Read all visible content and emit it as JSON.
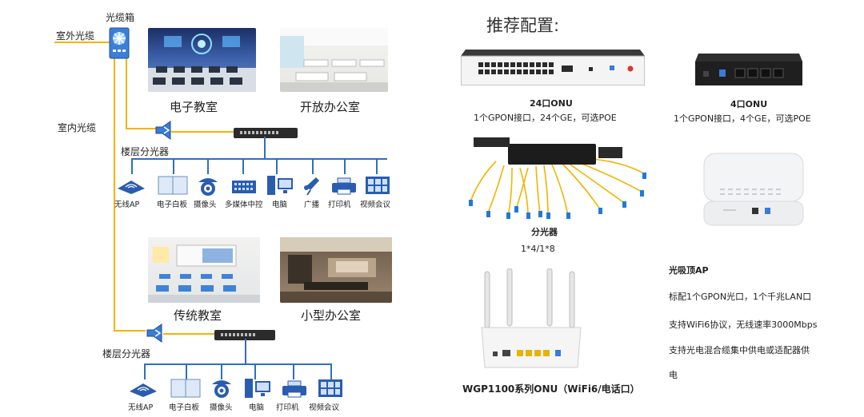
{
  "diagram": {
    "cable_box": "光缆箱",
    "outdoor_cable": "室外光缆",
    "indoor_cable": "室内光缆",
    "floor_splitter_1": "楼层分光器",
    "floor_splitter_2": "楼层分光器",
    "room_1": "电子教室",
    "room_2": "开放办公室",
    "room_3": "传统教室",
    "room_4": "小型办公室",
    "devices_row1": [
      "无线AP",
      "电子白板",
      "摄像头",
      "多媒体中控",
      "电脑",
      "广播",
      "打印机",
      "视频会议"
    ],
    "devices_row2": [
      "无线AP",
      "电子白板",
      "摄像头",
      "电脑",
      "打印机",
      "视频会议"
    ]
  },
  "recommend": {
    "title": "推荐配置:",
    "onu24_name": "24口ONU",
    "onu24_desc": "1个GPON接口，24个GE，可选POE",
    "onu4_name": "4口ONU",
    "onu4_desc": "1个GPON接口，4个GE，可选POE",
    "splitter_name": "分光器",
    "splitter_desc": "1*4/1*8",
    "ceiling_ap_name": "光吸顶AP",
    "ceiling_ap_lines": [
      "标配1个GPON光口，1个千兆LAN口",
      "支持WiFi6协议，无线速率3000Mbps",
      "支持光电混合缆集中供电或适配器供",
      "电"
    ],
    "wgp_name": "WGP1100系列ONU（WiFi6/电话口）"
  },
  "colors": {
    "fiber": "#f3b400",
    "ethernet": "#2f6fc0",
    "device_blue": "#2a5db0"
  }
}
